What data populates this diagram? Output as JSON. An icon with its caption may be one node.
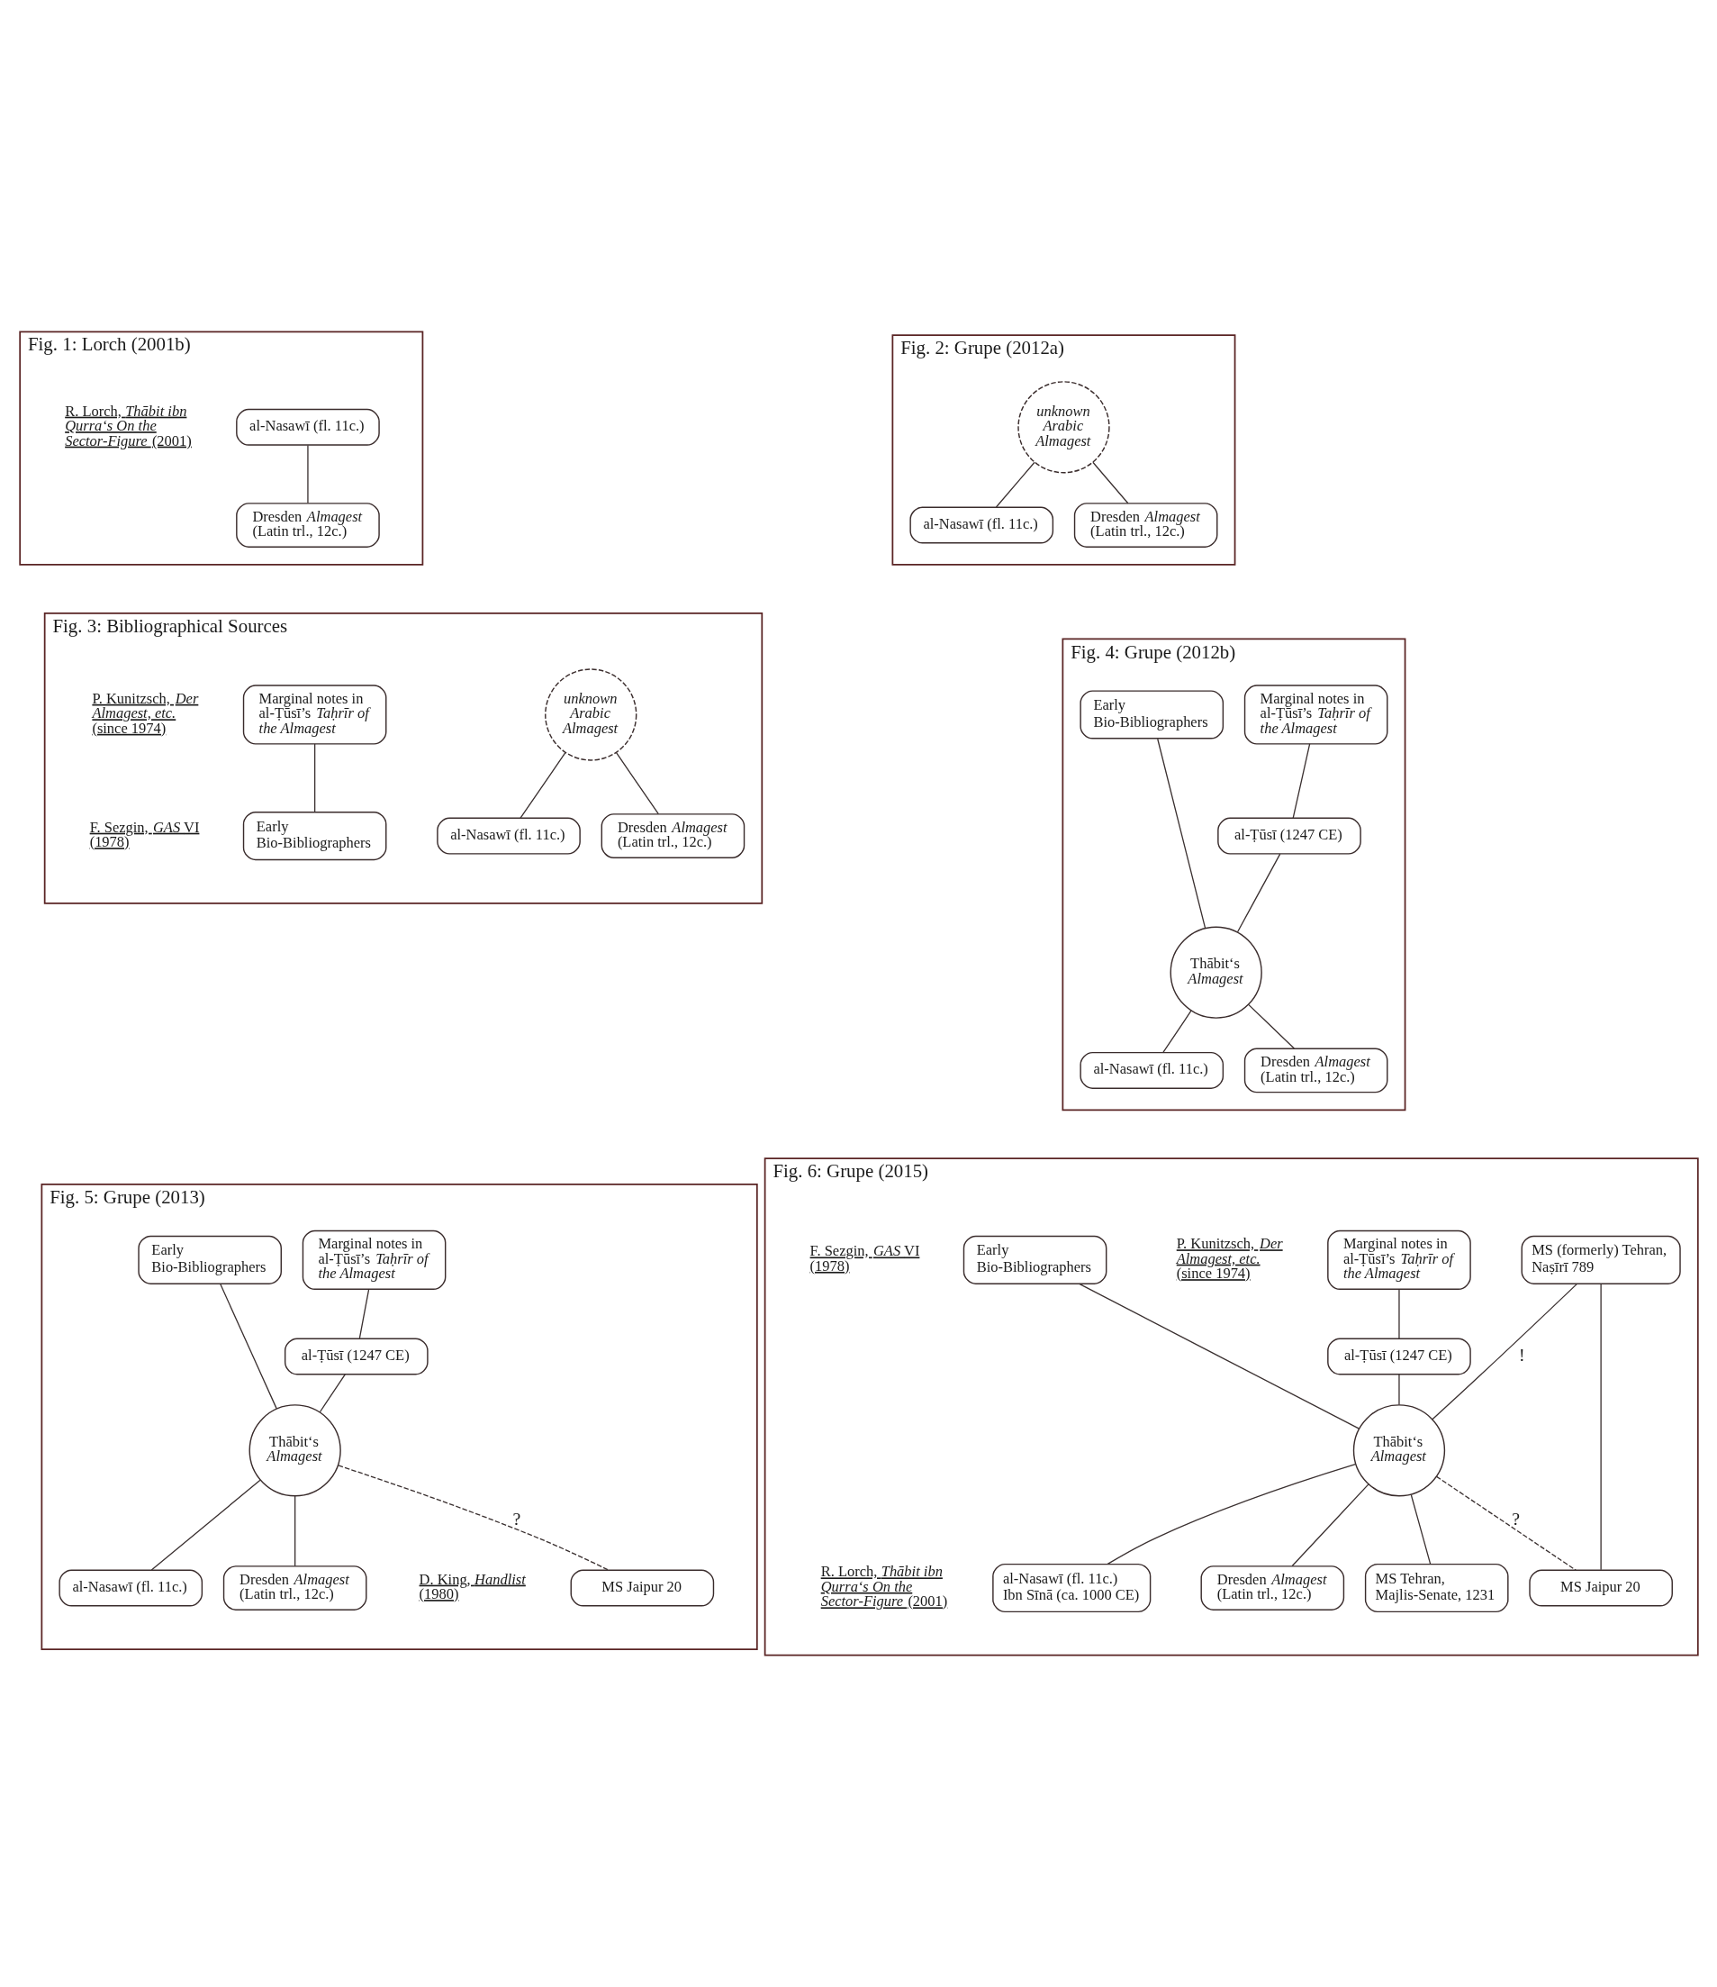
{
  "diagram": {
    "nodes": [
      {
        "text": [
          "Fig. 1: Lorch (2001b)"
        ]
      },
      {
        "text": [
          "al-Nasawī (fl. 11c.)"
        ],
        "in": 0,
        "beside": [
          "R. Lorch, *Thābit ibn Qurra‘s On the Sector-Figure* (2001)"
        ]
      },
      {
        "text": [
          "Dresden *Almagest* (Latin trl., 12c.)"
        ],
        "in": 0
      },
      {
        "text": [
          "Fig. 2: Grupe (2012a)"
        ]
      },
      {
        "text": [
          "unknown Arabic Almagest"
        ],
        "in": 3
      },
      {
        "text": [
          "al-Nasawī (fl. 11c.)"
        ],
        "in": 3
      },
      {
        "text": [
          "Dresden *Almagest* (Latin trl., 12c.)"
        ],
        "in": 3
      },
      {
        "text": [
          "Fig. 3: Bibliographical Sources"
        ]
      },
      {
        "text": [
          "Marginal notes in al-Ṭūsī’s *Taḥrīr of the Almagest*"
        ],
        "in": 7,
        "beside": [
          "P. Kunitzsch, *Der Almagest, etc.* (since 1974)"
        ]
      },
      {
        "text": [
          "Early Bio-Bibliographers"
        ],
        "in": 7,
        "beside": [
          "F. Sezgin, *GAS* VI (1978)"
        ]
      },
      {
        "text": [
          "unknown Arabic Almagest"
        ],
        "in": 7
      },
      {
        "text": [
          "al-Nasawī (fl. 11c.)"
        ],
        "in": 7
      },
      {
        "text": [
          "Dresden *Almagest* (Latin trl., 12c.)"
        ],
        "in": 7
      },
      {
        "text": [
          "Fig. 4: Grupe (2012b)"
        ]
      },
      {
        "text": [
          "Early Bio-Bibliographers"
        ],
        "in": 13
      },
      {
        "text": [
          "Marginal notes in al-Ṭūsī’s *Taḥrīr of the Almagest*"
        ],
        "in": 13
      },
      {
        "text": [
          "al-Ṭūsī (1247 CE)"
        ],
        "in": 13
      },
      {
        "text": [
          "Thābit‘s *Almagest*"
        ],
        "in": 13
      },
      {
        "text": [
          "al-Nasawī (fl. 11c.)"
        ],
        "in": 13
      },
      {
        "text": [
          "Dresden *Almagest* (Latin trl., 12c.)"
        ],
        "in": 13
      },
      {
        "text": [
          "Fig. 5: Grupe (2013)"
        ]
      },
      {
        "text": [
          "Early Bio-Bibliographers"
        ],
        "in": 20
      },
      {
        "text": [
          "Marginal notes in al-Ṭūsī’s *Taḥrīr of the Almagest*"
        ],
        "in": 20
      },
      {
        "text": [
          "al-Ṭūsī (1247 CE)"
        ],
        "in": 20
      },
      {
        "text": [
          "Thābit‘s *Almagest*"
        ],
        "in": 20
      },
      {
        "text": [
          "al-Nasawī (fl. 11c.)"
        ],
        "in": 20
      },
      {
        "text": [
          "Dresden *Almagest* (Latin trl., 12c.)"
        ],
        "in": 20
      },
      {
        "text": [
          "MS Jaipur 20"
        ],
        "in": 20,
        "beside": [
          "D. King, *Handlist* (1980)"
        ]
      },
      {
        "text": [
          "Fig. 6: Grupe (2015)"
        ]
      },
      {
        "text": [
          "Early Bio-Bibliographers"
        ],
        "in": 28,
        "beside": [
          "F. Sezgin, *GAS* VI (1978)"
        ]
      },
      {
        "text": [
          "Marginal notes in al-Ṭūsī’s *Taḥrīr of the Almagest*"
        ],
        "in": 28,
        "beside": [
          "P. Kunitzsch, *Der Almagest, etc.* (since 1974)"
        ]
      },
      {
        "text": [
          "al-Ṭūsī (1247 CE)"
        ],
        "in": 28
      },
      {
        "text": [
          "Thābit‘s *Almagest*"
        ],
        "in": 28
      },
      {
        "text": [
          "al-Nasawī (fl. 11c.)",
          "Ibn Sīnā (ca. 1000 CE)"
        ],
        "in": 28,
        "beside": [
          "R. Lorch, *Thābit ibn Qurra‘s On the Sector-Figure* (2001)"
        ]
      },
      {
        "text": [
          "MS (formerly) Tehran, Naṣīrī 789"
        ],
        "in": 28
      },
      {
        "text": [
          "Dresden *Almagest* (Latin trl., 12c.)"
        ],
        "in": 28
      },
      {
        "text": [
          "MS Jaipur 20"
        ],
        "in": 28
      },
      {
        "text": [
          "MS Tehran, Majlis-Senate, 1231"
        ],
        "in": 28
      }
    ],
    "edges": [
      {
        "from": 1,
        "to": 2,
        "arrow": "none"
      },
      {
        "from": 4,
        "to": 5,
        "arrow": "none"
      },
      {
        "from": 4,
        "to": 6,
        "arrow": "none"
      },
      {
        "from": 8,
        "to": 9,
        "arrow": "none"
      },
      {
        "from": 10,
        "to": 11,
        "arrow": "none"
      },
      {
        "from": 10,
        "to": 12,
        "arrow": "none"
      },
      {
        "from": 15,
        "to": 16,
        "arrow": "none"
      },
      {
        "from": 14,
        "to": 17,
        "arrow": "none"
      },
      {
        "from": 16,
        "to": 17,
        "arrow": "none"
      },
      {
        "from": 17,
        "to": 18,
        "arrow": "none"
      },
      {
        "from": 17,
        "to": 19,
        "arrow": "none"
      },
      {
        "from": 22,
        "to": 23,
        "arrow": "none"
      },
      {
        "from": 21,
        "to": 24,
        "arrow": "none"
      },
      {
        "from": 23,
        "to": 24,
        "arrow": "none"
      },
      {
        "from": 24,
        "to": 25,
        "arrow": "none"
      },
      {
        "from": 24,
        "to": 26,
        "arrow": "none"
      },
      {
        "from": 24,
        "to": 27,
        "arrow": "none",
        "style": "dashed",
        "label": "?"
      },
      {
        "from": 30,
        "to": 31,
        "arrow": "none"
      },
      {
        "from": 29,
        "to": 32,
        "arrow": "none"
      },
      {
        "from": 31,
        "to": 32,
        "arrow": "none"
      },
      {
        "from": 32,
        "to": 33,
        "arrow": "none"
      },
      {
        "from": 34,
        "to": 32,
        "arrow": "none",
        "label": "!"
      },
      {
        "from": 32,
        "to": 35,
        "arrow": "none"
      },
      {
        "from": 34,
        "to": 36,
        "arrow": "none"
      },
      {
        "from": 32,
        "to": 36,
        "arrow": "none",
        "style": "dashed",
        "label": "?"
      },
      {
        "from": 32,
        "to": 37,
        "arrow": "none"
      }
    ]
  }
}
